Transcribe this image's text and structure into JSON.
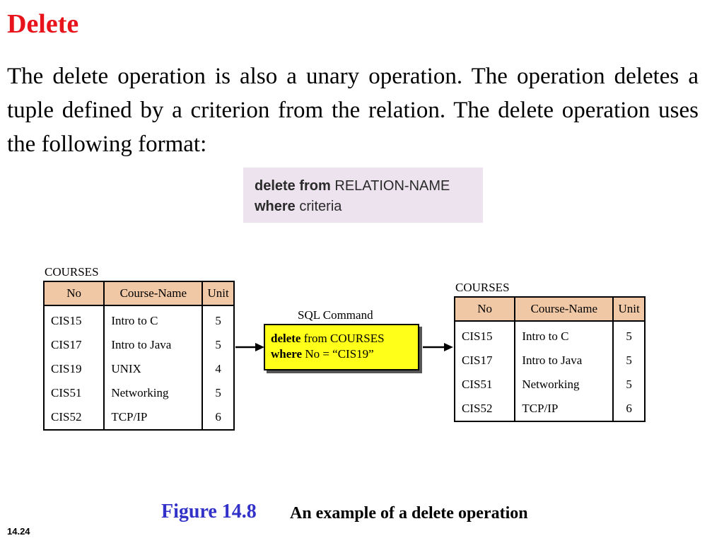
{
  "slide": {
    "title": "Delete",
    "body": "The delete operation is also a unary operation. The operation deletes a tuple defined by a criterion from the relation. The delete operation uses the following format:",
    "syntax": {
      "kw1": "delete from",
      "arg1": "RELATION-NAME",
      "kw2": "where",
      "arg2": "criteria"
    },
    "page_number": "14.24"
  },
  "figure": {
    "before_table": {
      "name": "COURSES",
      "headers": [
        "No",
        "Course-Name",
        "Unit"
      ],
      "rows": [
        [
          "CIS15",
          "Intro to C",
          "5"
        ],
        [
          "CIS17",
          "Intro to Java",
          "5"
        ],
        [
          "CIS19",
          "UNIX",
          "4"
        ],
        [
          "CIS51",
          "Networking",
          "5"
        ],
        [
          "CIS52",
          "TCP/IP",
          "6"
        ]
      ]
    },
    "sql": {
      "caption": "SQL Command",
      "kw1": "delete",
      "rest1": " from COURSES",
      "kw2": "where",
      "rest2": " No = “CIS19”"
    },
    "after_table": {
      "name": "COURSES",
      "headers": [
        "No",
        "Course-Name",
        "Unit"
      ],
      "rows": [
        [
          "CIS15",
          "Intro to C",
          "5"
        ],
        [
          "CIS17",
          "Intro to Java",
          "5"
        ],
        [
          "CIS51",
          "Networking",
          "5"
        ],
        [
          "CIS52",
          "TCP/IP",
          "6"
        ]
      ]
    },
    "caption": {
      "number": "Figure 14.8",
      "text": "An example of a delete operation"
    },
    "colors": {
      "title": "#e8141b",
      "header_fill": "#f0c8a5",
      "sql_fill": "#ffff1a",
      "syntax_fill": "#ede3ef",
      "figure_number": "#3232c8"
    }
  }
}
